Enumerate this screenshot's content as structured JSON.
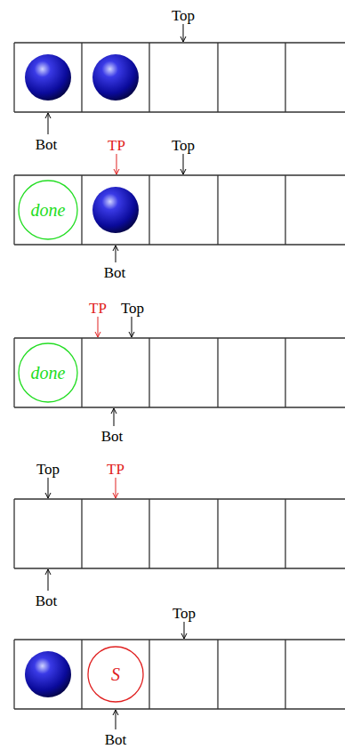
{
  "diagram": {
    "nodes": [
      {
        "text": [
          "done"
        ]
      },
      {
        "text": [
          "done"
        ]
      },
      {
        "text": [
          "S"
        ]
      }
    ],
    "labels": [
      "Top",
      "Bot",
      "TP",
      "Top",
      "Bot",
      "TP",
      "Top",
      "Bot",
      "Top",
      "TP",
      "Bot",
      "Top",
      "Bot"
    ]
  }
}
